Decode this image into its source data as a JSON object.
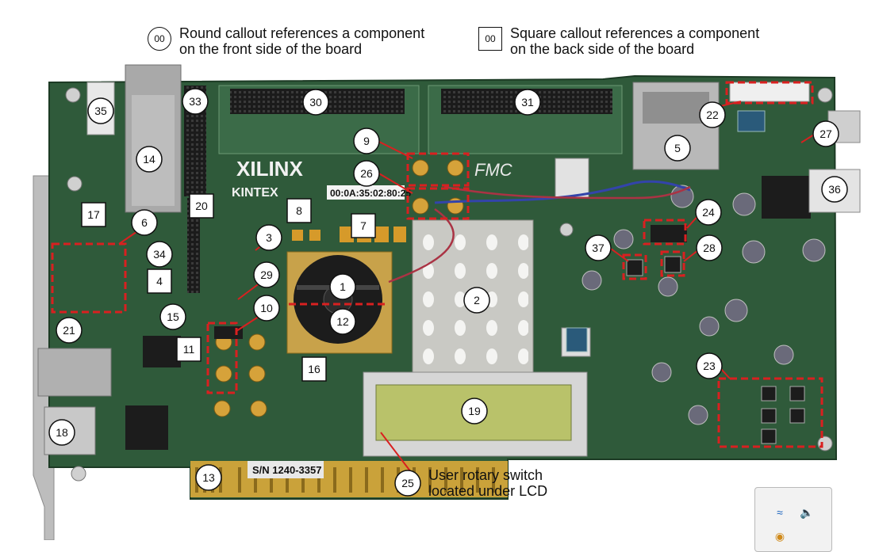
{
  "legend": {
    "round_symbol": "00",
    "round_text": "Round callout references a component on the front side of the board",
    "square_symbol": "00",
    "square_text": "Square callout references a component on the back side of the board"
  },
  "board_text": {
    "brand": "XILINX",
    "family": "KINTEX",
    "mac": "00:0A:35:02:80:25",
    "fmc": "FMC",
    "serial": "S/N 1240-3357"
  },
  "callouts": [
    {
      "n": "1",
      "shape": "round"
    },
    {
      "n": "2",
      "shape": "round"
    },
    {
      "n": "3",
      "shape": "round"
    },
    {
      "n": "4",
      "shape": "square"
    },
    {
      "n": "5",
      "shape": "round"
    },
    {
      "n": "6",
      "shape": "round"
    },
    {
      "n": "7",
      "shape": "square"
    },
    {
      "n": "8",
      "shape": "square"
    },
    {
      "n": "9",
      "shape": "round"
    },
    {
      "n": "10",
      "shape": "round"
    },
    {
      "n": "11",
      "shape": "square"
    },
    {
      "n": "12",
      "shape": "round"
    },
    {
      "n": "13",
      "shape": "round"
    },
    {
      "n": "14",
      "shape": "round"
    },
    {
      "n": "15",
      "shape": "round"
    },
    {
      "n": "16",
      "shape": "square"
    },
    {
      "n": "17",
      "shape": "square"
    },
    {
      "n": "18",
      "shape": "round"
    },
    {
      "n": "19",
      "shape": "round"
    },
    {
      "n": "20",
      "shape": "square"
    },
    {
      "n": "21",
      "shape": "round"
    },
    {
      "n": "22",
      "shape": "round"
    },
    {
      "n": "23",
      "shape": "round"
    },
    {
      "n": "24",
      "shape": "round"
    },
    {
      "n": "25",
      "shape": "round"
    },
    {
      "n": "26",
      "shape": "round"
    },
    {
      "n": "27",
      "shape": "round"
    },
    {
      "n": "28",
      "shape": "round"
    },
    {
      "n": "29",
      "shape": "round"
    },
    {
      "n": "30",
      "shape": "round"
    },
    {
      "n": "31",
      "shape": "round"
    },
    {
      "n": "33",
      "shape": "round"
    },
    {
      "n": "34",
      "shape": "round"
    },
    {
      "n": "35",
      "shape": "round"
    },
    {
      "n": "36",
      "shape": "round"
    },
    {
      "n": "37",
      "shape": "round"
    }
  ],
  "notes": {
    "rotary_line1": "User rotary switch",
    "rotary_line2": "located under LCD"
  },
  "colors": {
    "pcb": "#2f5a3a",
    "highlight": "#d92020",
    "lcd": "#b9c26a",
    "gold": "#d6a23a",
    "heatsink": "#c9c9c4"
  },
  "tray_icons": [
    "network-icon",
    "speaker-icon",
    "paint-icon"
  ]
}
